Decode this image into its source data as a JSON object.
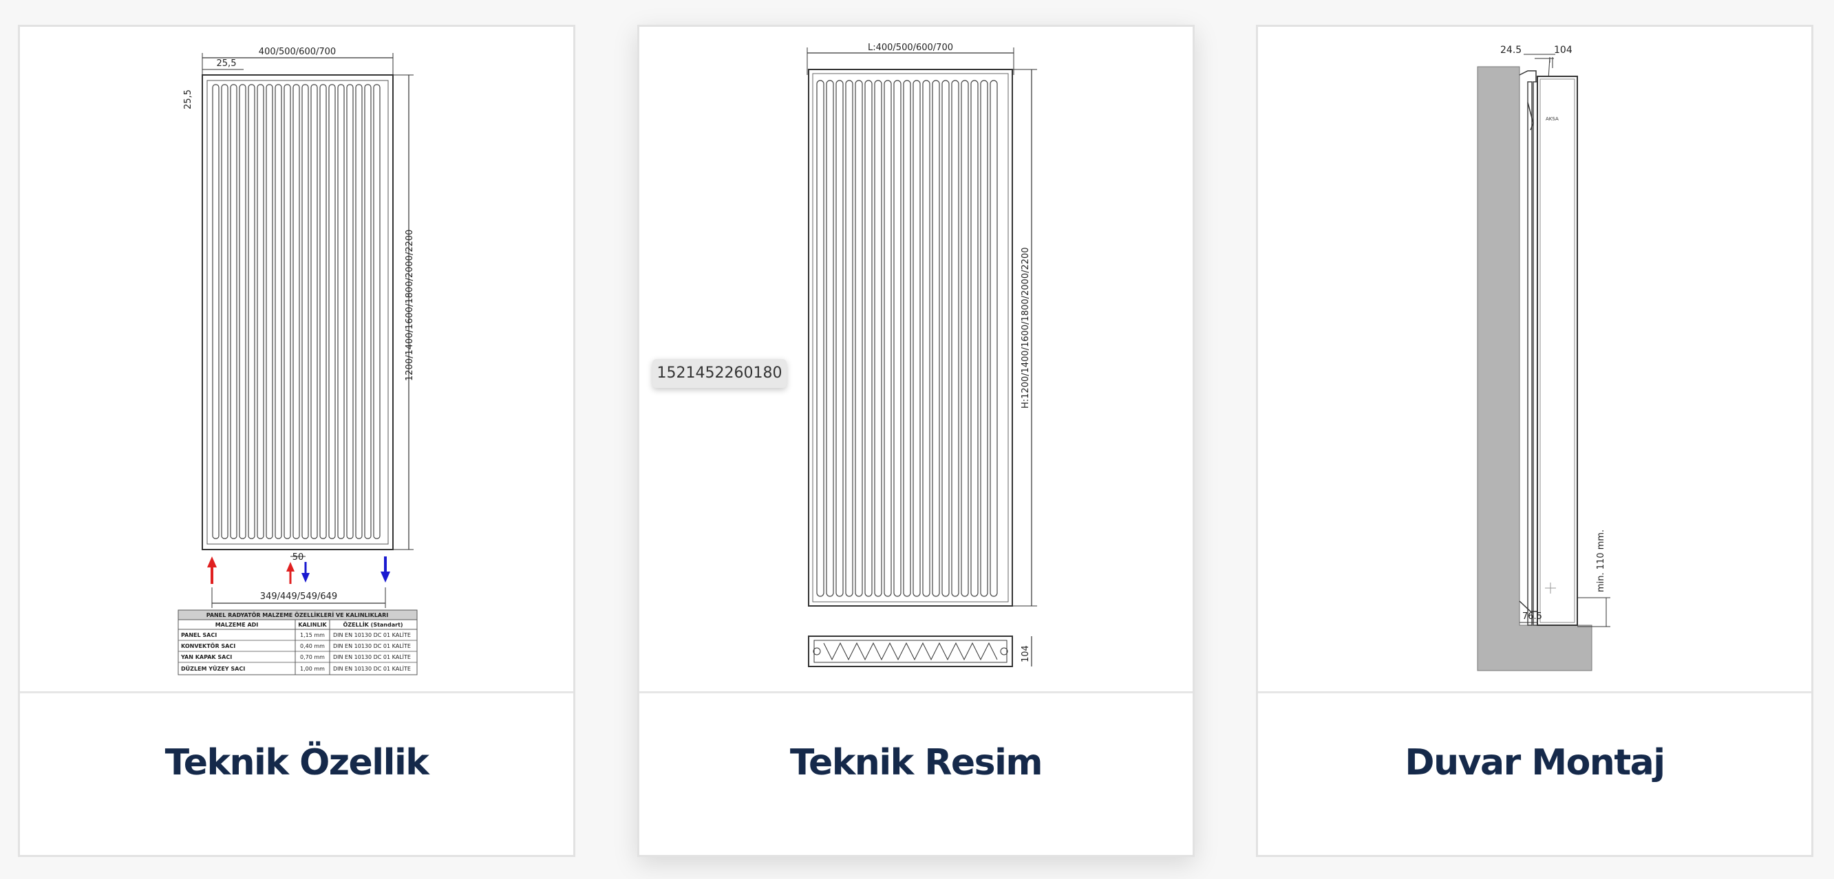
{
  "cards": [
    {
      "caption": "Teknik Özellik",
      "drawing": {
        "width_dim": "400/500/600/700",
        "edge_dim": "25,5",
        "side_dim": "25,5",
        "height_dim": "1200/1400/1600/1800/2000/2200",
        "pipe_dim": "50",
        "spacing_dim": "349/449/549/649",
        "table": {
          "title": "PANEL RADYATÖR MALZEME ÖZELLİKLERİ VE KALINLIKLARI",
          "headers": [
            "MALZEME ADI",
            "KALINLIK",
            "ÖZELLİK (Standart)"
          ],
          "rows": [
            [
              "PANEL SACI",
              "1,15 mm",
              "DIN EN 10130 DC 01 KALİTE"
            ],
            [
              "KONVEKTÖR SACI",
              "0,40 mm",
              "DIN EN 10130 DC 01 KALİTE"
            ],
            [
              "YAN KAPAK SACI",
              "0,70 mm",
              "DIN EN 10130 DC 01 KALİTE"
            ],
            [
              "DÜZLEM YÜZEY SACI",
              "1,00 mm",
              "DIN EN 10130 DC 01 KALİTE"
            ]
          ]
        }
      }
    },
    {
      "caption": "Teknik Resim",
      "drawing": {
        "width_dim": "L:400/500/600/700",
        "height_dim": "H:1200/1400/1600/1800/2000/2200",
        "depth_dim": "104"
      }
    },
    {
      "caption": "Duvar Montaj",
      "drawing": {
        "wall_dim": "24.5",
        "depth_dim": "104",
        "bottom_dim": "76.5",
        "clearance_dim": "min. 110 mm.",
        "brand": "AKSA"
      }
    }
  ],
  "tooltip": "1521452260180",
  "colors": {
    "caption": "#15294a",
    "card_border": "#e2e2e2",
    "supply_arrow": "#e02020",
    "return_arrow": "#1a1ad0",
    "wall": "#b4b4b4"
  }
}
